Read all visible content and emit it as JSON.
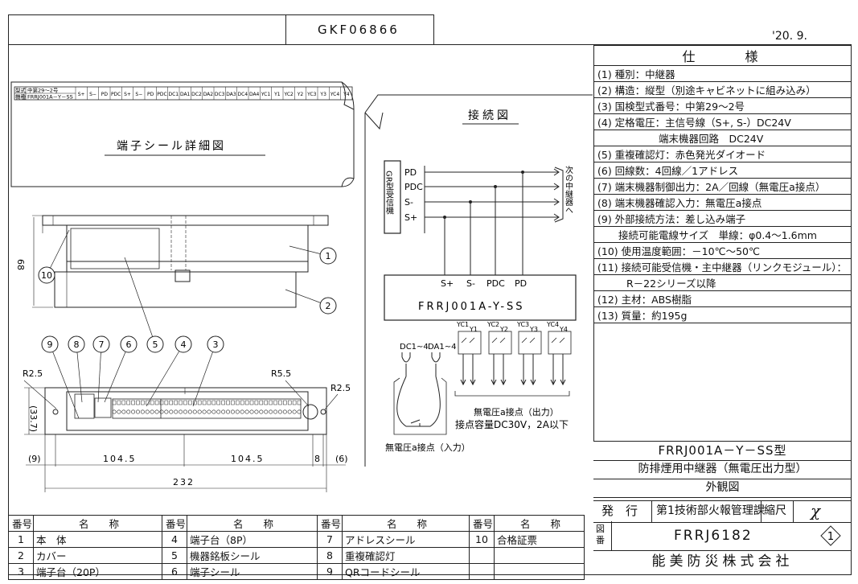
{
  "header": {
    "doc_code": "GKF06866",
    "date": "'20. 9."
  },
  "spec": {
    "title": "仕　　様",
    "rows": [
      "(1) 種別：中継器",
      "(2) 構造：縦型（別途キャビネットに組み込み）",
      "(3) 国検型式番号：中第29～2号",
      "(4) 定格電圧：主信号線（S+, S-）DC24V",
      "端末機器回路　DC24V",
      "(5) 重複確認灯：赤色発光ダイオード",
      "(6) 回線数：4回線／1アドレス",
      "(7) 端末機器制御出力：2A／回線（無電圧a接点）",
      "(8) 端末機器確認入力：無電圧a接点",
      "(9) 外部接続方法：差し込み端子",
      "接続可能電線サイズ　単線：φ0.4～1.6mm",
      "(10) 使用温度範囲：－10℃～50℃",
      "(11) 接続可能受信機・主中継器（リンクモジュール）：",
      "R－22シリーズ以降",
      "(12) 主材：ABS樹脂",
      "(13) 質量：約195g"
    ]
  },
  "title_block": {
    "model": "FRRJ001A－Y－SS型",
    "description": "防排煙用中継器（無電圧出力型）",
    "view": "外観図",
    "issue_label": "発　行",
    "department": "第1技術部火報管理課",
    "scale_label": "縮尺",
    "scale_mark": "χ",
    "drawing_no_label": "図番",
    "drawing_no": "FRRJ6182",
    "revision": "1",
    "company": "能美防災株式会社"
  },
  "seal_detail": {
    "title": "端子シール詳細図",
    "left_labels": [
      "型式",
      "機種"
    ],
    "left_values": [
      "中第29～2号",
      "FRRJ001A－Y－SS"
    ],
    "cells": [
      "S+",
      "S−",
      "PD",
      "PDC",
      "S+",
      "S−",
      "PD",
      "PDC",
      "DC1",
      "DA1",
      "DC2",
      "DA2",
      "DC3",
      "DA3",
      "DC4",
      "DA4",
      "YC1",
      "Y1",
      "YC2",
      "Y2",
      "YC3",
      "Y3",
      "YC4",
      "Y4"
    ]
  },
  "connection": {
    "title": "接続図",
    "receiver": "GR型受信機",
    "signals": [
      "PD",
      "PDC",
      "S-",
      "S+"
    ],
    "next_relay": "次の中継器へ",
    "unit_terminals": [
      "S+",
      "S-",
      "PDC",
      "PD"
    ],
    "unit_model": "FRRJ001A-Y-SS",
    "dc_label": "DC1~4",
    "da_label": "DA1~4",
    "yc_labels": [
      "YC1",
      "Y1",
      "YC2",
      "Y2",
      "YC3",
      "Y3",
      "YC4",
      "Y4"
    ],
    "output_label": "無電圧a接点（出力）",
    "capacity_label": "接点容量DC30V，2A以下",
    "input_label": "無電圧a接点（入力）"
  },
  "dimensions": {
    "height_68": "68",
    "height_337": "(33.7)",
    "r25_left": "R2.5",
    "r55": "R5.5",
    "r25_right": "R2.5",
    "w_left_9": "(9)",
    "w_1045_a": "104.5",
    "w_1045_b": "104.5",
    "w_8": "8",
    "w_6": "(6)",
    "w_total": "232",
    "callouts": [
      "1",
      "2",
      "3",
      "4",
      "5",
      "6",
      "7",
      "8",
      "9",
      "10"
    ]
  },
  "parts": {
    "headers": [
      "番号",
      "名　　称"
    ],
    "items": [
      {
        "no": "1",
        "name": "本　体"
      },
      {
        "no": "2",
        "name": "カバー"
      },
      {
        "no": "3",
        "name": "端子台（20P）"
      },
      {
        "no": "4",
        "name": "端子台（8P）"
      },
      {
        "no": "5",
        "name": "機器銘板シール"
      },
      {
        "no": "6",
        "name": "端子シール"
      },
      {
        "no": "7",
        "name": "アドレスシール"
      },
      {
        "no": "8",
        "name": "重複確認灯"
      },
      {
        "no": "9",
        "name": "QRコードシール"
      },
      {
        "no": "10",
        "name": "合格証票"
      }
    ]
  }
}
